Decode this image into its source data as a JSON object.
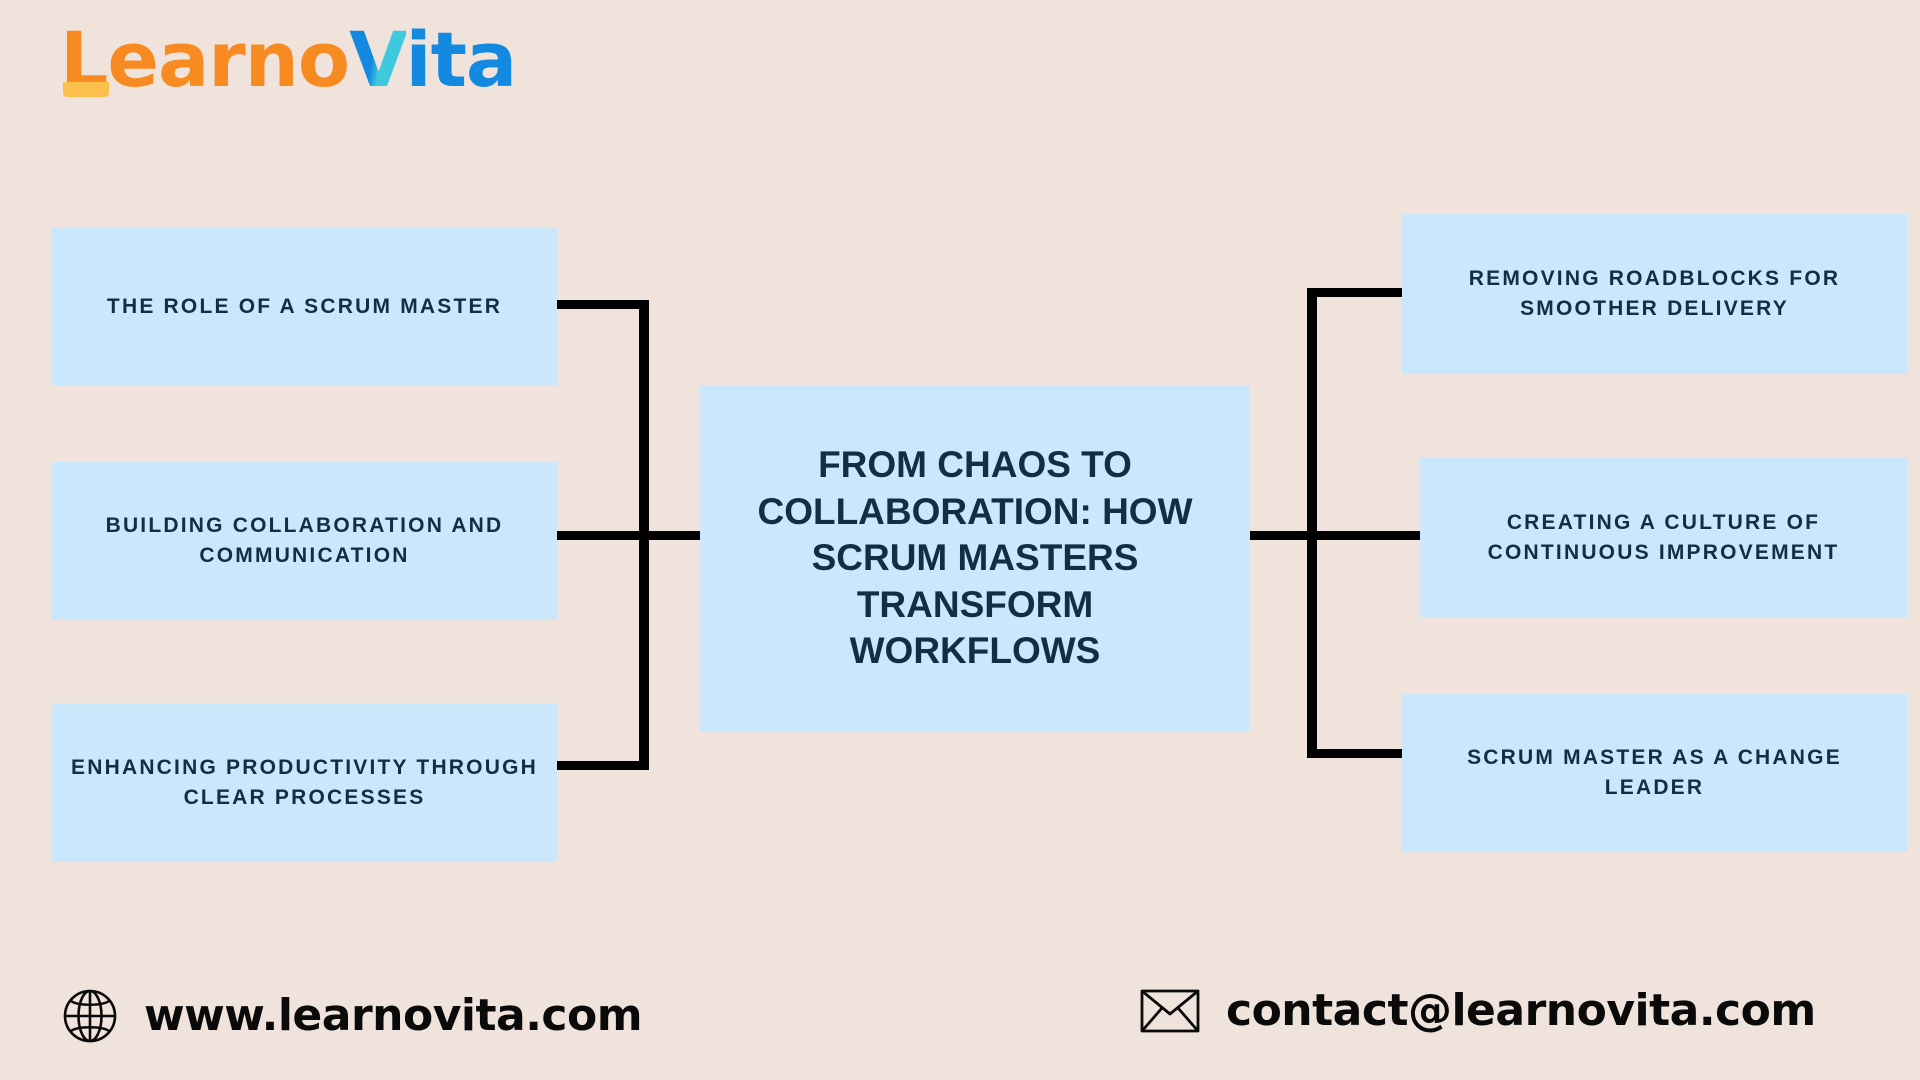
{
  "brand": {
    "logo_part_1": "Learno",
    "logo_part_2": "V",
    "logo_part_3": "ita",
    "colors": {
      "background": "#EFE3DC",
      "node_fill": "#CBE7FC",
      "node_text": "#112F42",
      "connector": "#000000",
      "logo_orange": "#F78B22",
      "logo_yellow": "#FBBF4C",
      "logo_blue": "#1389E0",
      "logo_cyan": "#3FC9DE",
      "footer_text": "#0A0A0A"
    }
  },
  "diagram": {
    "type": "mind-map",
    "center": {
      "label": "FROM CHAOS TO COLLABORATION: HOW SCRUM MASTERS TRANSFORM WORKFLOWS"
    },
    "left_branches": [
      {
        "label": "THE ROLE OF A SCRUM MASTER"
      },
      {
        "label": "BUILDING COLLABORATION AND COMMUNICATION"
      },
      {
        "label": "ENHANCING PRODUCTIVITY THROUGH CLEAR PROCESSES"
      }
    ],
    "right_branches": [
      {
        "label": "REMOVING ROADBLOCKS FOR SMOOTHER DELIVERY"
      },
      {
        "label": "CREATING A CULTURE OF CONTINUOUS IMPROVEMENT"
      },
      {
        "label": "SCRUM MASTER AS A CHANGE LEADER"
      }
    ]
  },
  "footer": {
    "website_icon": "globe-icon",
    "website": "www.learnovita.com",
    "email_icon": "envelope-icon",
    "email": "contact@learnovita.com"
  }
}
